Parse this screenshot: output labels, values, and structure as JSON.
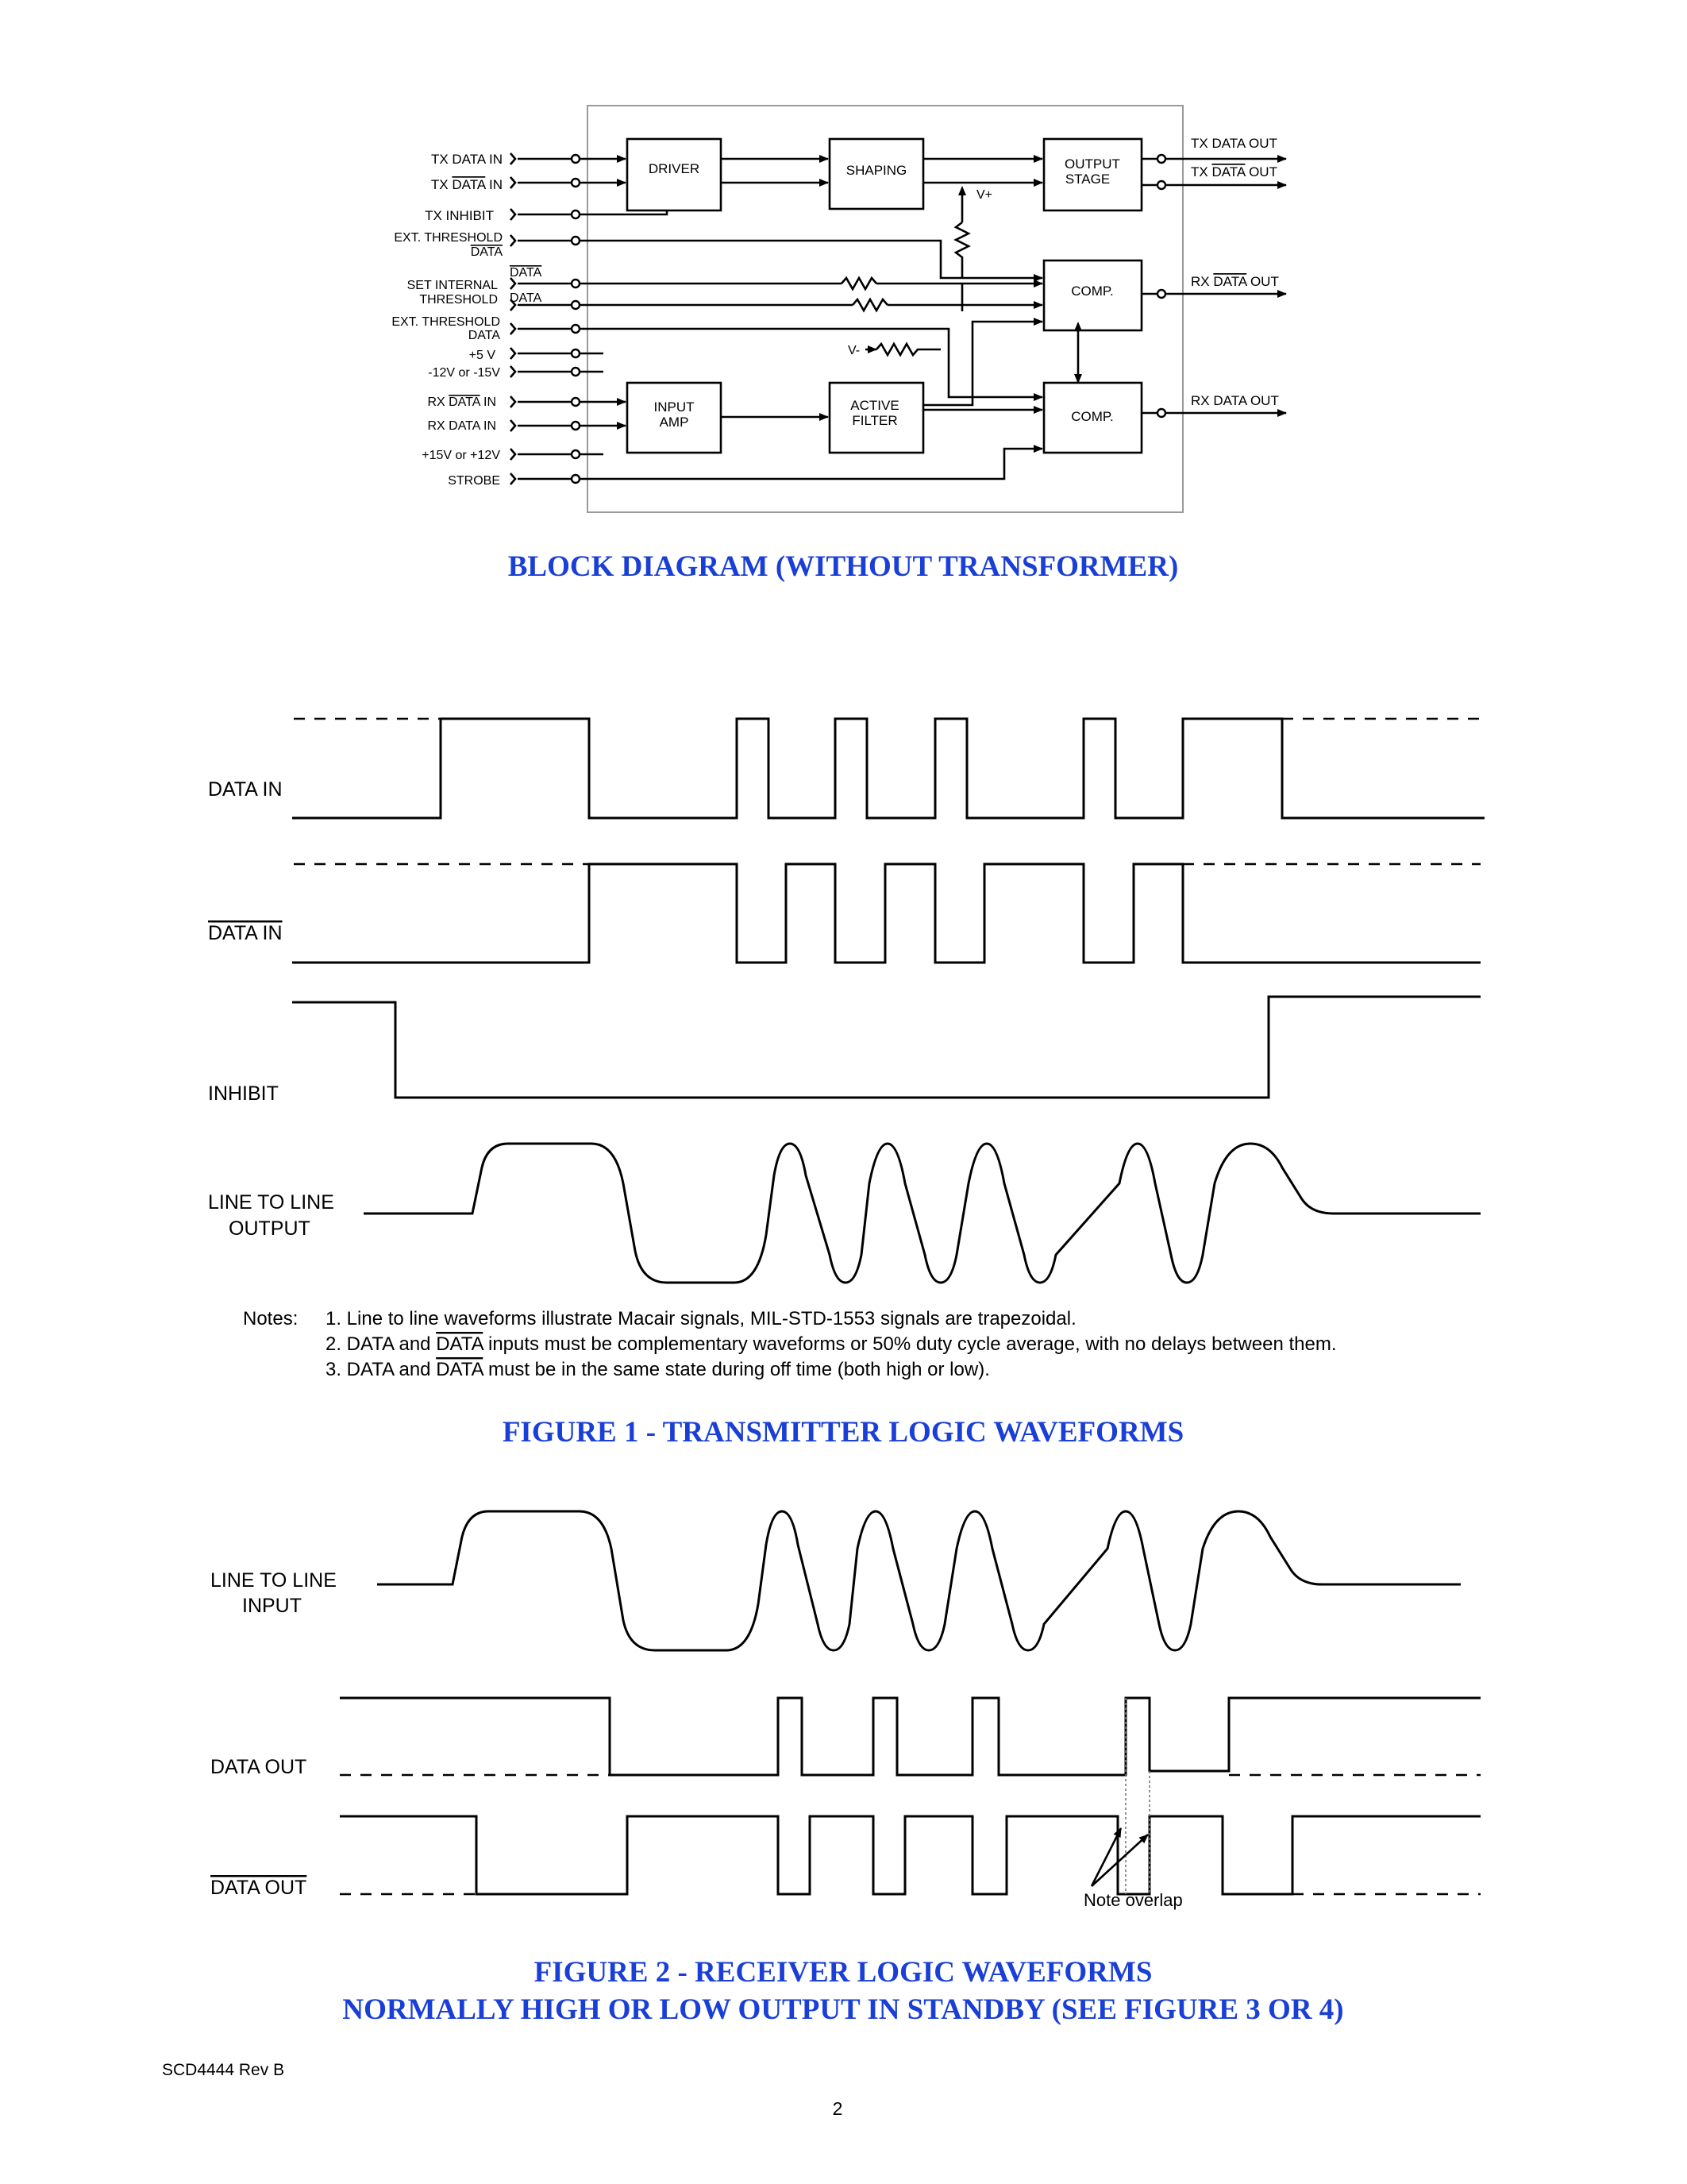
{
  "colors": {
    "caption": "#1a3fd6",
    "text": "#000000"
  },
  "block_diagram": {
    "caption": "BLOCK DIAGRAM (WITHOUT TRANSFORMER)",
    "inputs": {
      "tx_data_in": "TX  DATA  IN",
      "tx_data_bar_in_prefix": "TX ",
      "tx_data_bar_in_bar": "DATA",
      "tx_data_bar_in_suffix": "  IN",
      "tx_inhibit": "TX  INHIBIT",
      "ext_threshold_1": "EXT. THRESHOLD",
      "ext_threshold_1_bar": "DATA",
      "data_bar_upper": "DATA",
      "set_internal": "SET INTERNAL",
      "threshold": "THRESHOLD",
      "data_lower": "DATA",
      "ext_threshold_2": "EXT. THRESHOLD",
      "ext_threshold_2_data": "DATA",
      "plus5v": "+5 V",
      "neg12v": "-12V or -15V",
      "rx_data_bar_in_prefix": "RX ",
      "rx_data_bar_in_bar": "DATA",
      "rx_data_bar_in_suffix": " IN",
      "rx_data_in": "RX DATA IN",
      "plus15v": "+15V or +12V",
      "strobe": "STROBE"
    },
    "blocks": {
      "driver": "DRIVER",
      "shaping": "SHAPING",
      "output_stage_1": "OUTPUT",
      "output_stage_2": "STAGE",
      "comp_upper": "COMP.",
      "comp_lower": "COMP.",
      "input_amp_1": "INPUT",
      "input_amp_2": "AMP",
      "active_filter_1": "ACTIVE",
      "active_filter_2": "FILTER",
      "vplus": "V+",
      "vminus": "V-"
    },
    "outputs": {
      "tx_data_out": "TX DATA OUT",
      "tx_data_bar_out_prefix": "TX ",
      "tx_data_bar_out_bar": "DATA",
      "tx_data_bar_out_suffix": " OUT",
      "rx_data_bar_out_prefix": "RX ",
      "rx_data_bar_out_bar": "DATA",
      "rx_data_bar_out_suffix": " OUT",
      "rx_data_out": "RX DATA OUT"
    }
  },
  "figure1": {
    "caption": "FIGURE 1 - TRANSMITTER LOGIC WAVEFORMS",
    "signals": {
      "data_in": "DATA IN",
      "data_bar_in": "DATA  IN",
      "inhibit": "INHIBIT",
      "line_output_1": "LINE TO LINE",
      "line_output_2": "OUTPUT"
    },
    "notes_label": "Notes:",
    "note1": "1. Line to line waveforms illustrate Macair signals, MIL-STD-1553 signals are trapezoidal.",
    "note2_a": "2. DATA and ",
    "note2_bar": "DATA",
    "note2_b": " inputs must be complementary waveforms or 50% duty cycle average, with no delays between them.",
    "note3_a": "3. DATA and ",
    "note3_bar": "DATA",
    "note3_b": " must be in the same state during off time (both high or low)."
  },
  "figure2": {
    "caption_1": "FIGURE 2 - RECEIVER LOGIC WAVEFORMS",
    "caption_2": "NORMALLY HIGH OR LOW OUTPUT IN STANDBY (SEE FIGURE 3 OR 4)",
    "signals": {
      "line_input_1": "LINE TO LINE",
      "line_input_2": "INPUT",
      "data_out": "DATA OUT",
      "data_bar_out": "DATA OUT"
    },
    "note_overlap": "Note overlap"
  },
  "footer": {
    "doc_id": "SCD4444 Rev B",
    "page_number": "2"
  }
}
